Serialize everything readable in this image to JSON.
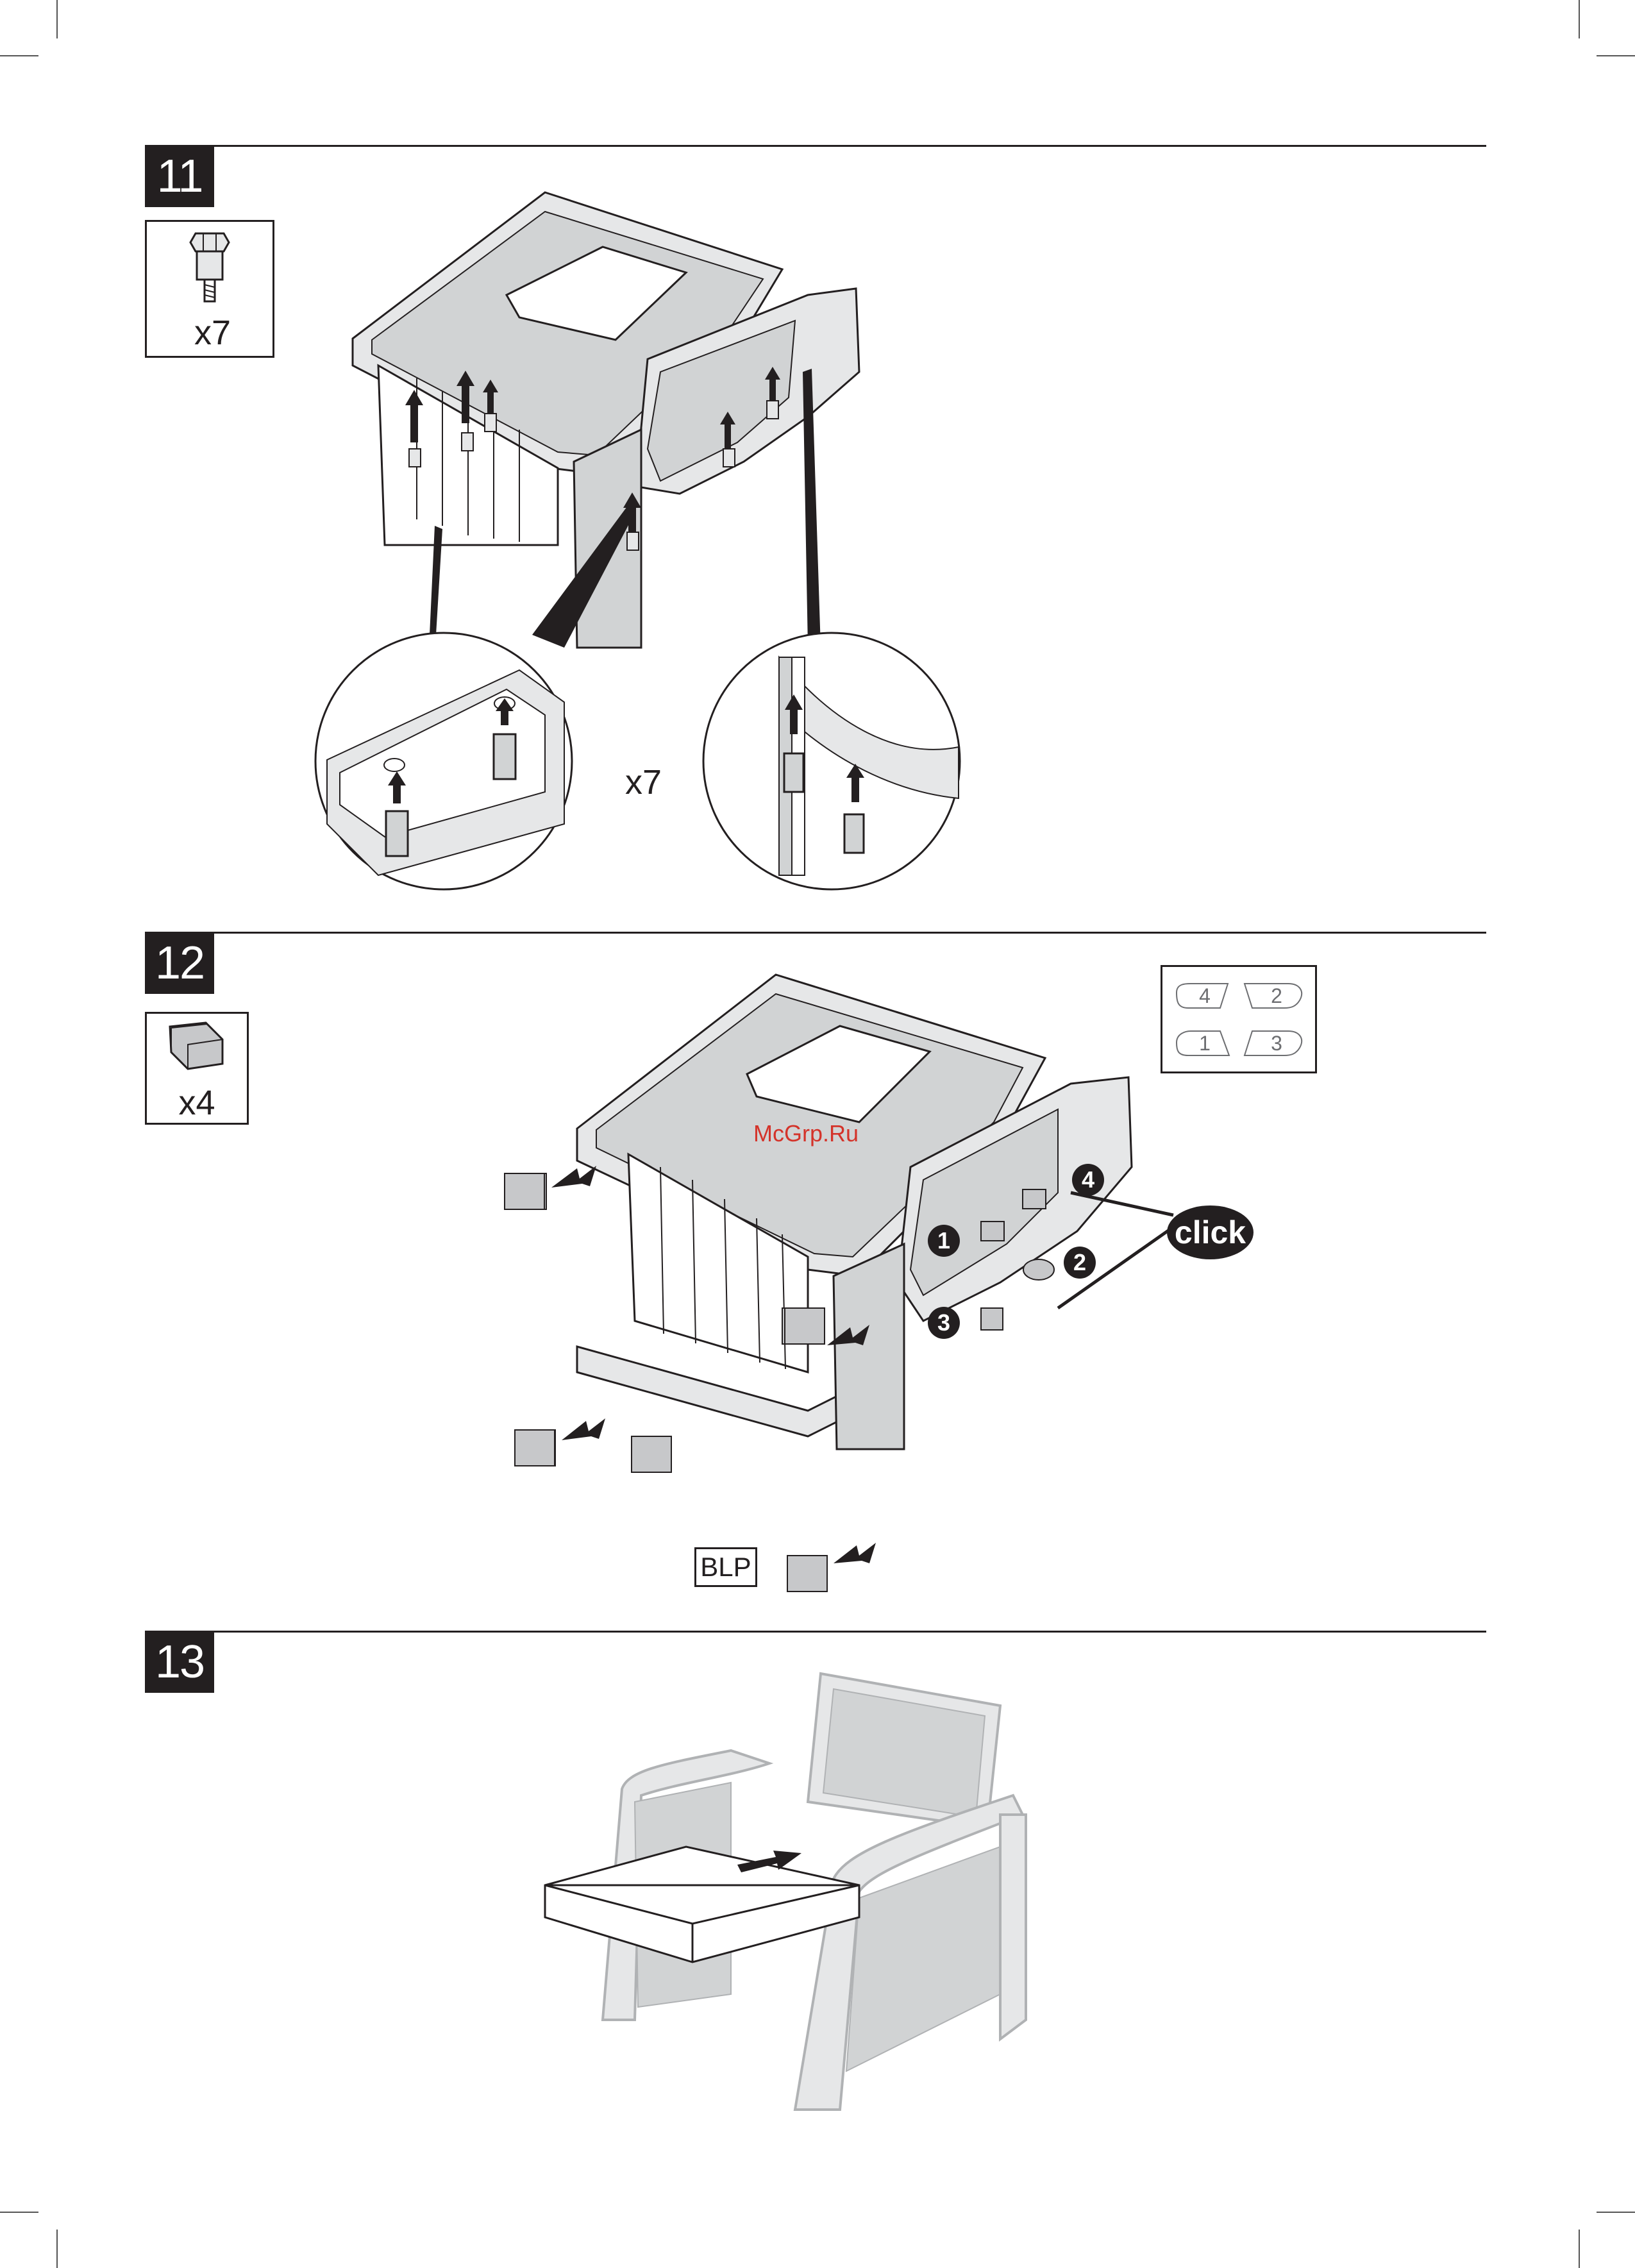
{
  "steps": [
    {
      "number": "11",
      "part_qty": "x7",
      "detail_qty": "x7"
    },
    {
      "number": "12",
      "part_qty": "x4",
      "click_label": "click",
      "blp_label": "BLP",
      "callouts": [
        "1",
        "2",
        "3",
        "4"
      ],
      "order_diagram": [
        "4",
        "2",
        "1",
        "3"
      ]
    },
    {
      "number": "13"
    }
  ],
  "watermark": "McGrp.Ru",
  "colors": {
    "ink": "#231f20",
    "panel": "#e6e7e8",
    "wicker": "#d1d3d4",
    "watermark": "#d4332a"
  }
}
